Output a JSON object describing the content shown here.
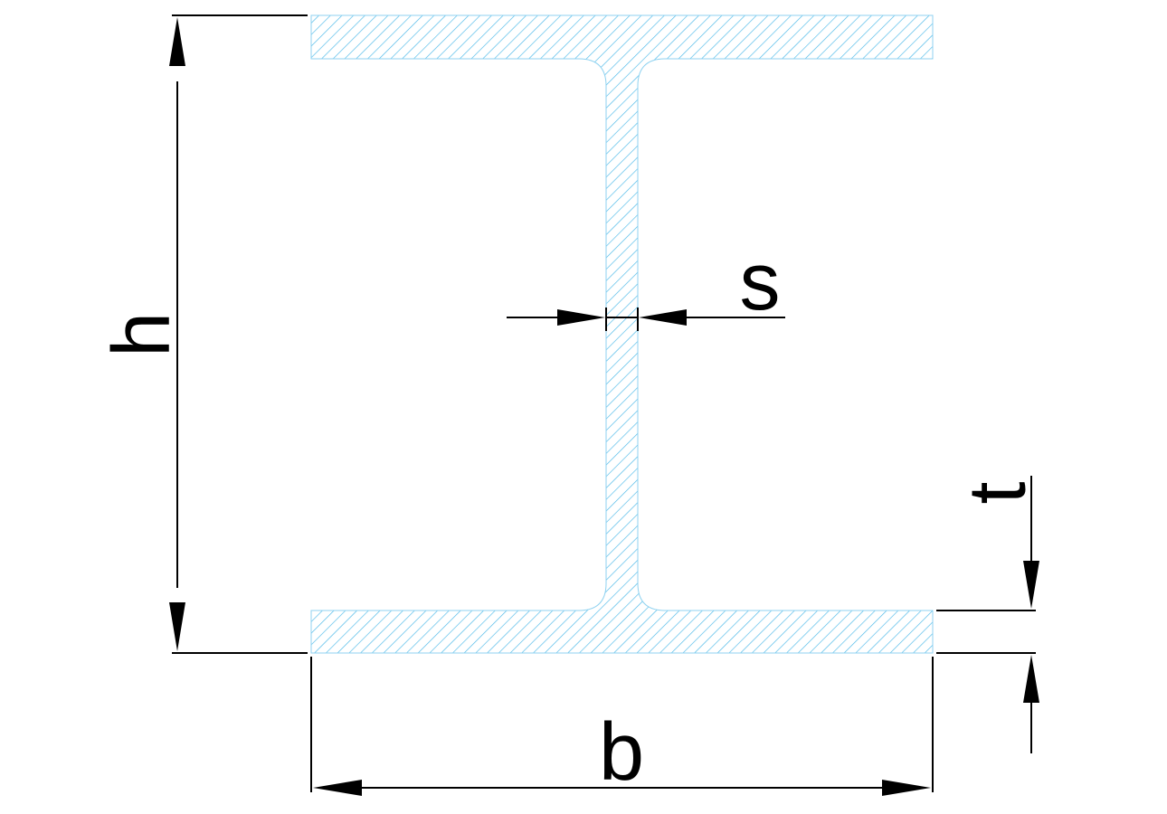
{
  "labels": {
    "height": "h",
    "width": "b",
    "web_thickness": "s",
    "flange_thickness": "t"
  },
  "colors": {
    "hatch": "#4ab8e8",
    "section_fill": "#ffffff",
    "lines": "#000000"
  }
}
